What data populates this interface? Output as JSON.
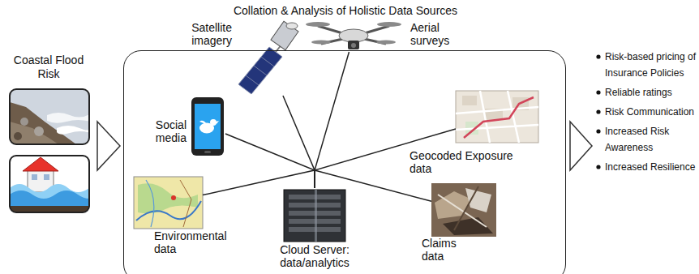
{
  "diagram": {
    "nodes": [
      {
        "text": [
          "Collation & Analysis of Holistic Data Sources"
        ]
      },
      {
        "text": [
          "Satellite imagery"
        ],
        "in": 0
      },
      {
        "text": [
          "Aerial surveys"
        ],
        "in": 0
      },
      {
        "text": [
          "Social media"
        ],
        "in": 0
      },
      {
        "text": [
          "Geocoded Exposure data"
        ],
        "in": 0
      },
      {
        "text": [
          "Environmental data"
        ],
        "in": 0
      },
      {
        "text": [
          "Cloud Server: data/analytics"
        ],
        "in": 0
      },
      {
        "text": [
          "Claims data"
        ],
        "in": 0
      }
    ],
    "edges": [
      {
        "from": 1,
        "to": 6,
        "arrow": "none"
      },
      {
        "from": 2,
        "to": 6,
        "arrow": "none"
      },
      {
        "from": 3,
        "to": 6,
        "arrow": "none"
      },
      {
        "from": 4,
        "to": 6,
        "arrow": "none"
      },
      {
        "from": 5,
        "to": 6,
        "arrow": "none"
      },
      {
        "from": 7,
        "to": 6,
        "arrow": "none"
      }
    ],
    "labels": [
      "Coastal Flood Risk",
      "Risk-based pricing of Insurance Policies",
      "Reliable ratings",
      "Risk Communication",
      "Increased Risk Awareness",
      "Increased Resilience"
    ]
  }
}
